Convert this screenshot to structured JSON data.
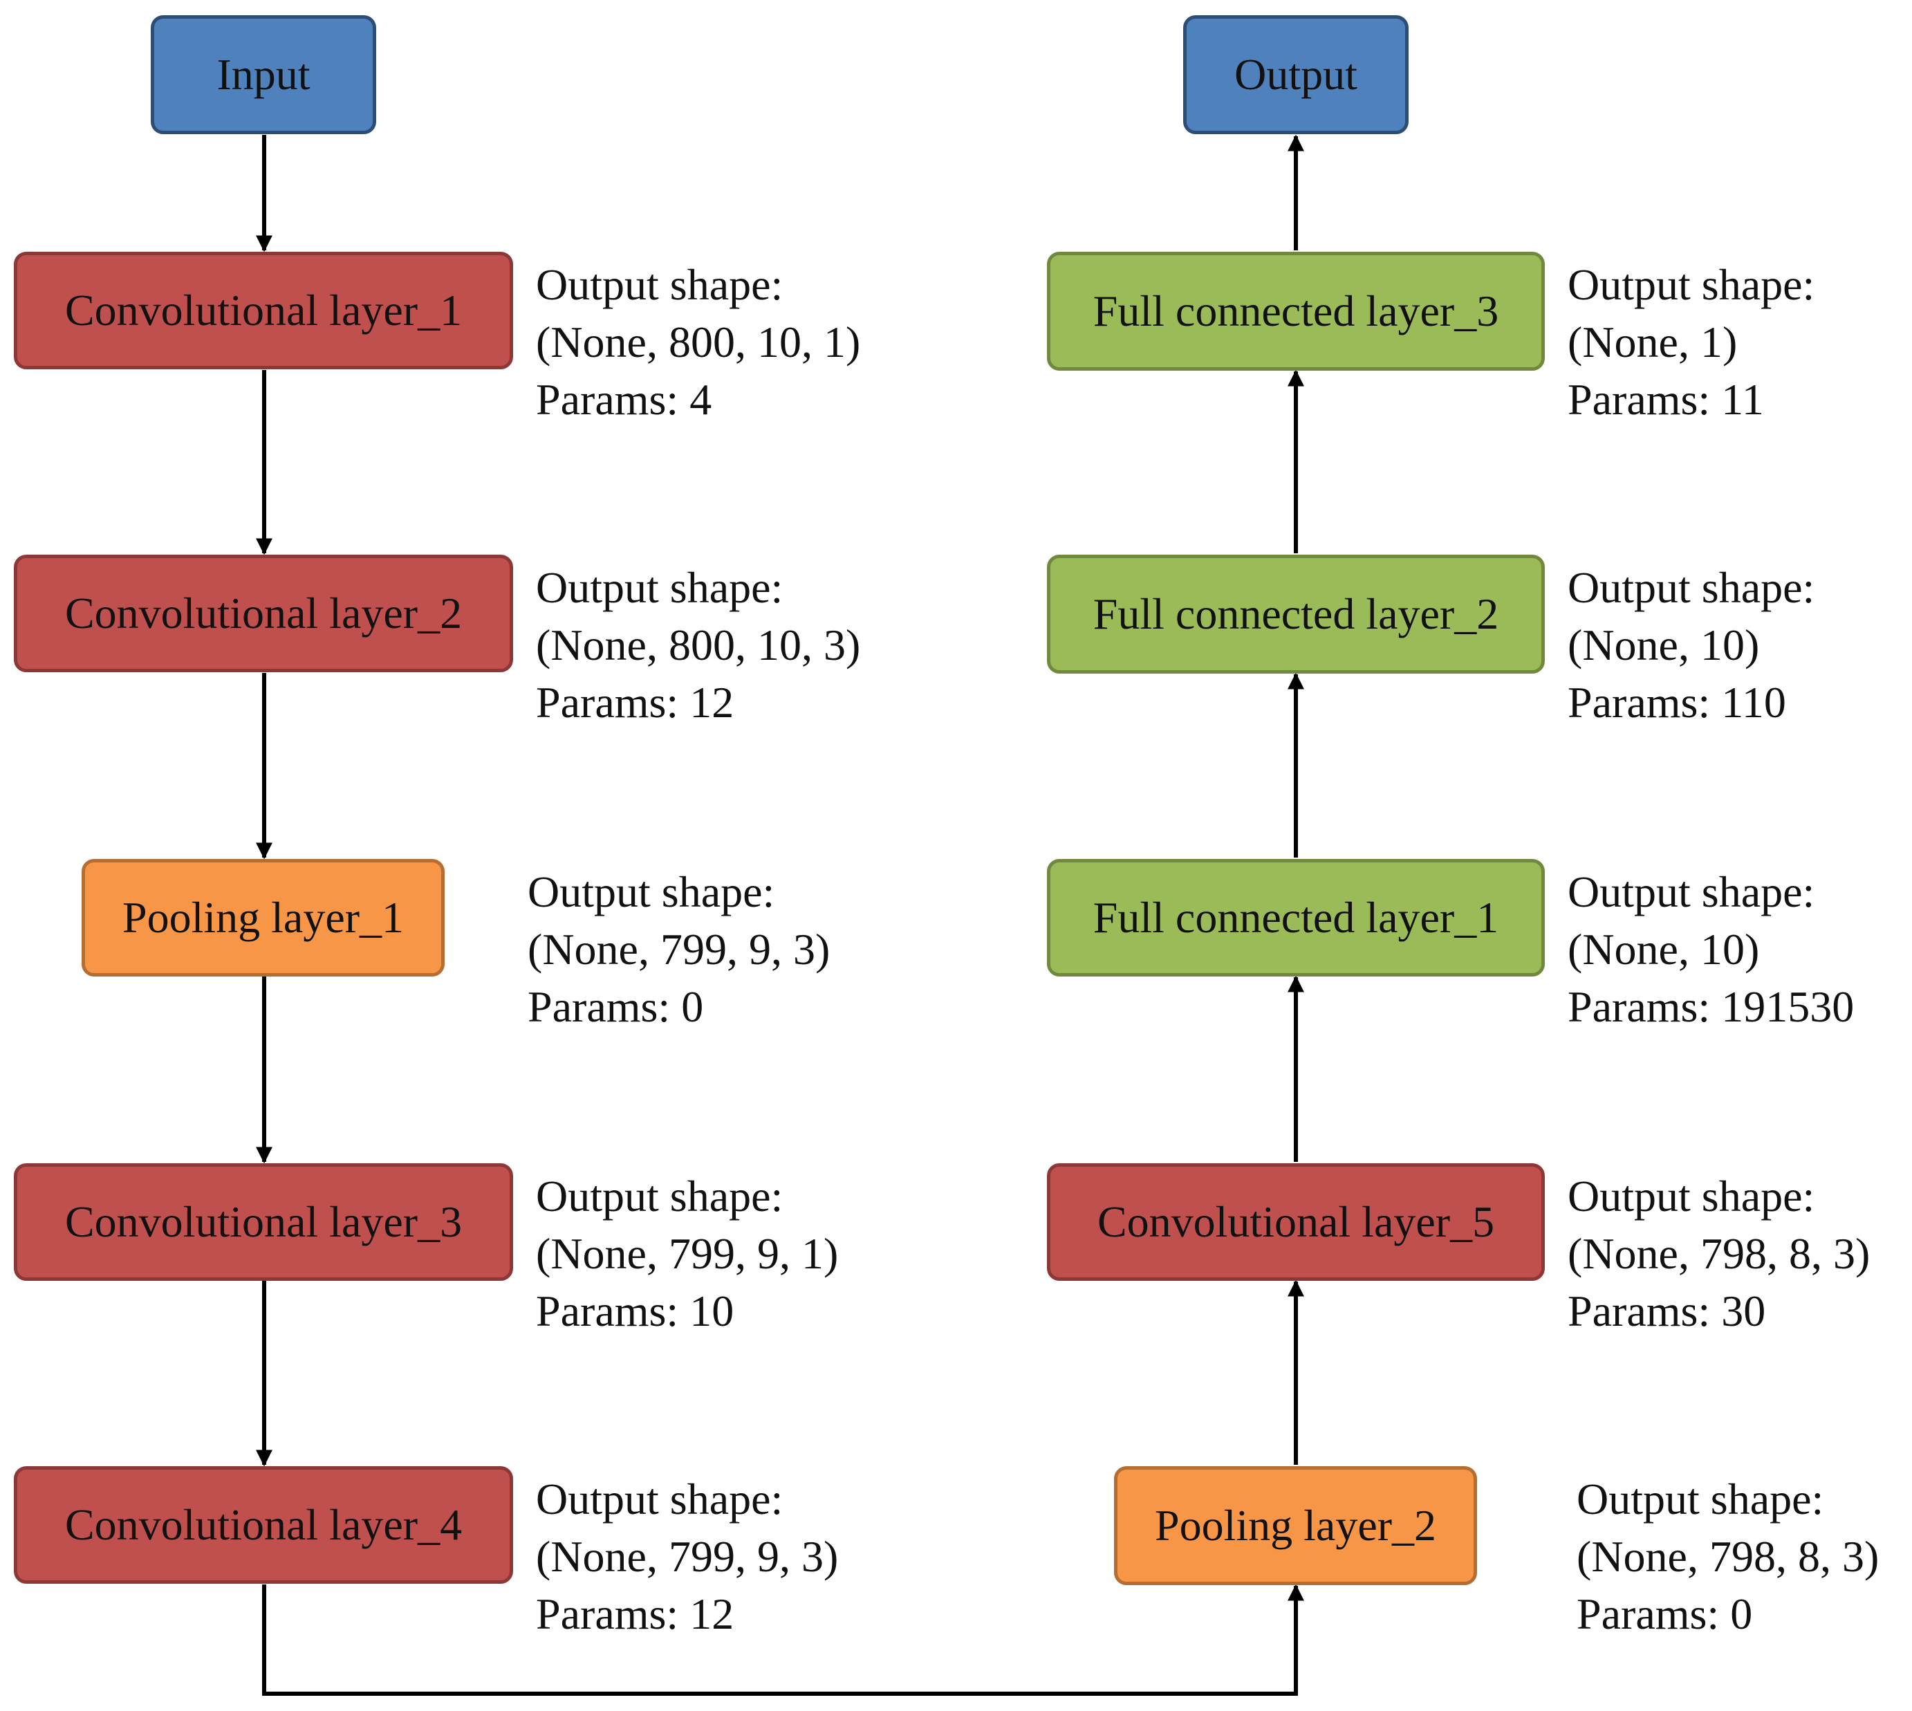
{
  "colors": {
    "io_fill": "#4F81BD",
    "io_border": "#2C4D75",
    "conv_fill": "#C0504D",
    "conv_border": "#8C3836",
    "pool_fill": "#F79646",
    "pool_border": "#B66D31",
    "fc_fill": "#9BBB59",
    "fc_border": "#71893F",
    "edge": "#000000"
  },
  "nodes": {
    "input": {
      "label": "Input"
    },
    "output": {
      "label": "Output"
    },
    "conv1": {
      "label": "Convolutional layer_1",
      "shape_label": "Output shape:",
      "shape": "(None, 800, 10, 1)",
      "params": "Params: 4"
    },
    "conv2": {
      "label": "Convolutional layer_2",
      "shape_label": "Output shape:",
      "shape": "(None, 800, 10, 3)",
      "params": "Params: 12"
    },
    "pool1": {
      "label": "Pooling layer_1",
      "shape_label": "Output shape:",
      "shape": "(None, 799, 9, 3)",
      "params": "Params: 0"
    },
    "conv3": {
      "label": "Convolutional layer_3",
      "shape_label": "Output shape:",
      "shape": "(None, 799, 9, 1)",
      "params": "Params: 10"
    },
    "conv4": {
      "label": "Convolutional layer_4",
      "shape_label": "Output shape:",
      "shape": "(None, 799, 9, 3)",
      "params": "Params: 12"
    },
    "fc3": {
      "label": "Full connected layer_3",
      "shape_label": "Output shape:",
      "shape": "(None, 1)",
      "params": "Params: 11"
    },
    "fc2": {
      "label": "Full connected layer_2",
      "shape_label": "Output shape:",
      "shape": "(None, 10)",
      "params": "Params: 110"
    },
    "fc1": {
      "label": "Full connected layer_1",
      "shape_label": "Output shape:",
      "shape": "(None, 10)",
      "params": "Params: 191530"
    },
    "conv5": {
      "label": "Convolutional layer_5",
      "shape_label": "Output shape:",
      "shape": "(None, 798, 8, 3)",
      "params": "Params: 30"
    },
    "pool2": {
      "label": "Pooling layer_2",
      "shape_label": "Output shape:",
      "shape": "(None, 798, 8, 3)",
      "params": "Params: 0"
    }
  }
}
